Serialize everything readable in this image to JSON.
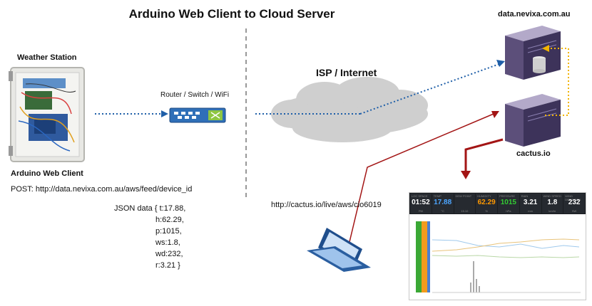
{
  "title": "Arduino Web Client to Cloud Server",
  "weather_station": {
    "label": "Weather Station"
  },
  "client": {
    "label": "Arduino Web Client",
    "post_url": "POST: http://data.nevixa.com.au/aws/feed/device_id"
  },
  "router": {
    "label": "Router / Switch / WiFi"
  },
  "internet": {
    "label": "ISP / Internet"
  },
  "servers": {
    "nevixa": "data.nevixa.com.au",
    "cactus": "cactus.io"
  },
  "live_url": "http://cactus.io/live/aws/cio6019",
  "json_lines": [
    "JSON data { t:17.88,",
    "h:62.29,",
    "p:1015,",
    "ws:1.8,",
    "wd:232,",
    "r:3.21 }"
  ],
  "colors": {
    "blue_dotted": "#1f5fa8",
    "yellow_dotted": "#f2b400",
    "red_line": "#a31515",
    "cloud": "#cfcfcf"
  },
  "dashboard": {
    "tiles": [
      {
        "name": "LOC SPACE",
        "value": "01:52",
        "unit": "PM",
        "color": "#ffffff"
      },
      {
        "name": "TEMP",
        "value": "17.88",
        "unit": "°C",
        "color": "#4da6ff"
      },
      {
        "name": "DEW POINT",
        "value": "",
        "unit": "15.10",
        "color": "#ff3333"
      },
      {
        "name": "HUMIDITY",
        "value": "62.29",
        "unit": "%",
        "color": "#ff9900"
      },
      {
        "name": "PRESSURE",
        "value": "1015",
        "unit": "hPa",
        "color": "#33cc33"
      },
      {
        "name": "RAIN",
        "value": "3.21",
        "unit": "mm",
        "color": "#ffffff"
      },
      {
        "name": "WIND SPEED",
        "value": "1.8",
        "unit": "km/hr",
        "color": "#ffffff"
      },
      {
        "name": "WIND DIRECTION",
        "value": "232",
        "unit": "SW",
        "color": "#ffffff"
      }
    ]
  }
}
